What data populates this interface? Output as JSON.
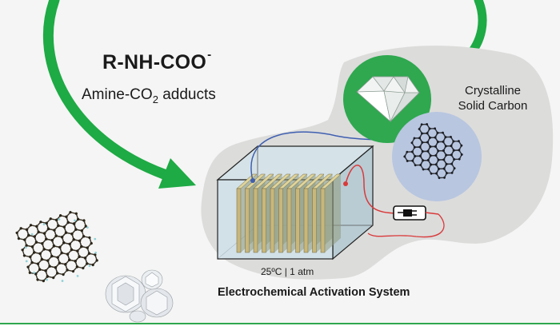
{
  "formula": {
    "main": "R-NH-COO",
    "charge": "-"
  },
  "adducts": {
    "prefix": "Amine-CO",
    "subscript": "2",
    "suffix": " adducts"
  },
  "product": {
    "line1": "Crystalline",
    "line2": "Solid Carbon"
  },
  "conditions": "25ºC | 1 atm",
  "system_label": "Electrochemical Activation System",
  "colors": {
    "arrow": "#1eaa45",
    "blob": "#dcdcdb",
    "diamond_circle": "#2fa84f",
    "graphene_circle": "#b8c6e0",
    "electrode": "#c9b77a",
    "wire_positive": "#d93a3a",
    "wire_negative": "#3f5fb0"
  },
  "icons": [
    "plug-icon",
    "diamond-icon",
    "graphene-icon"
  ]
}
